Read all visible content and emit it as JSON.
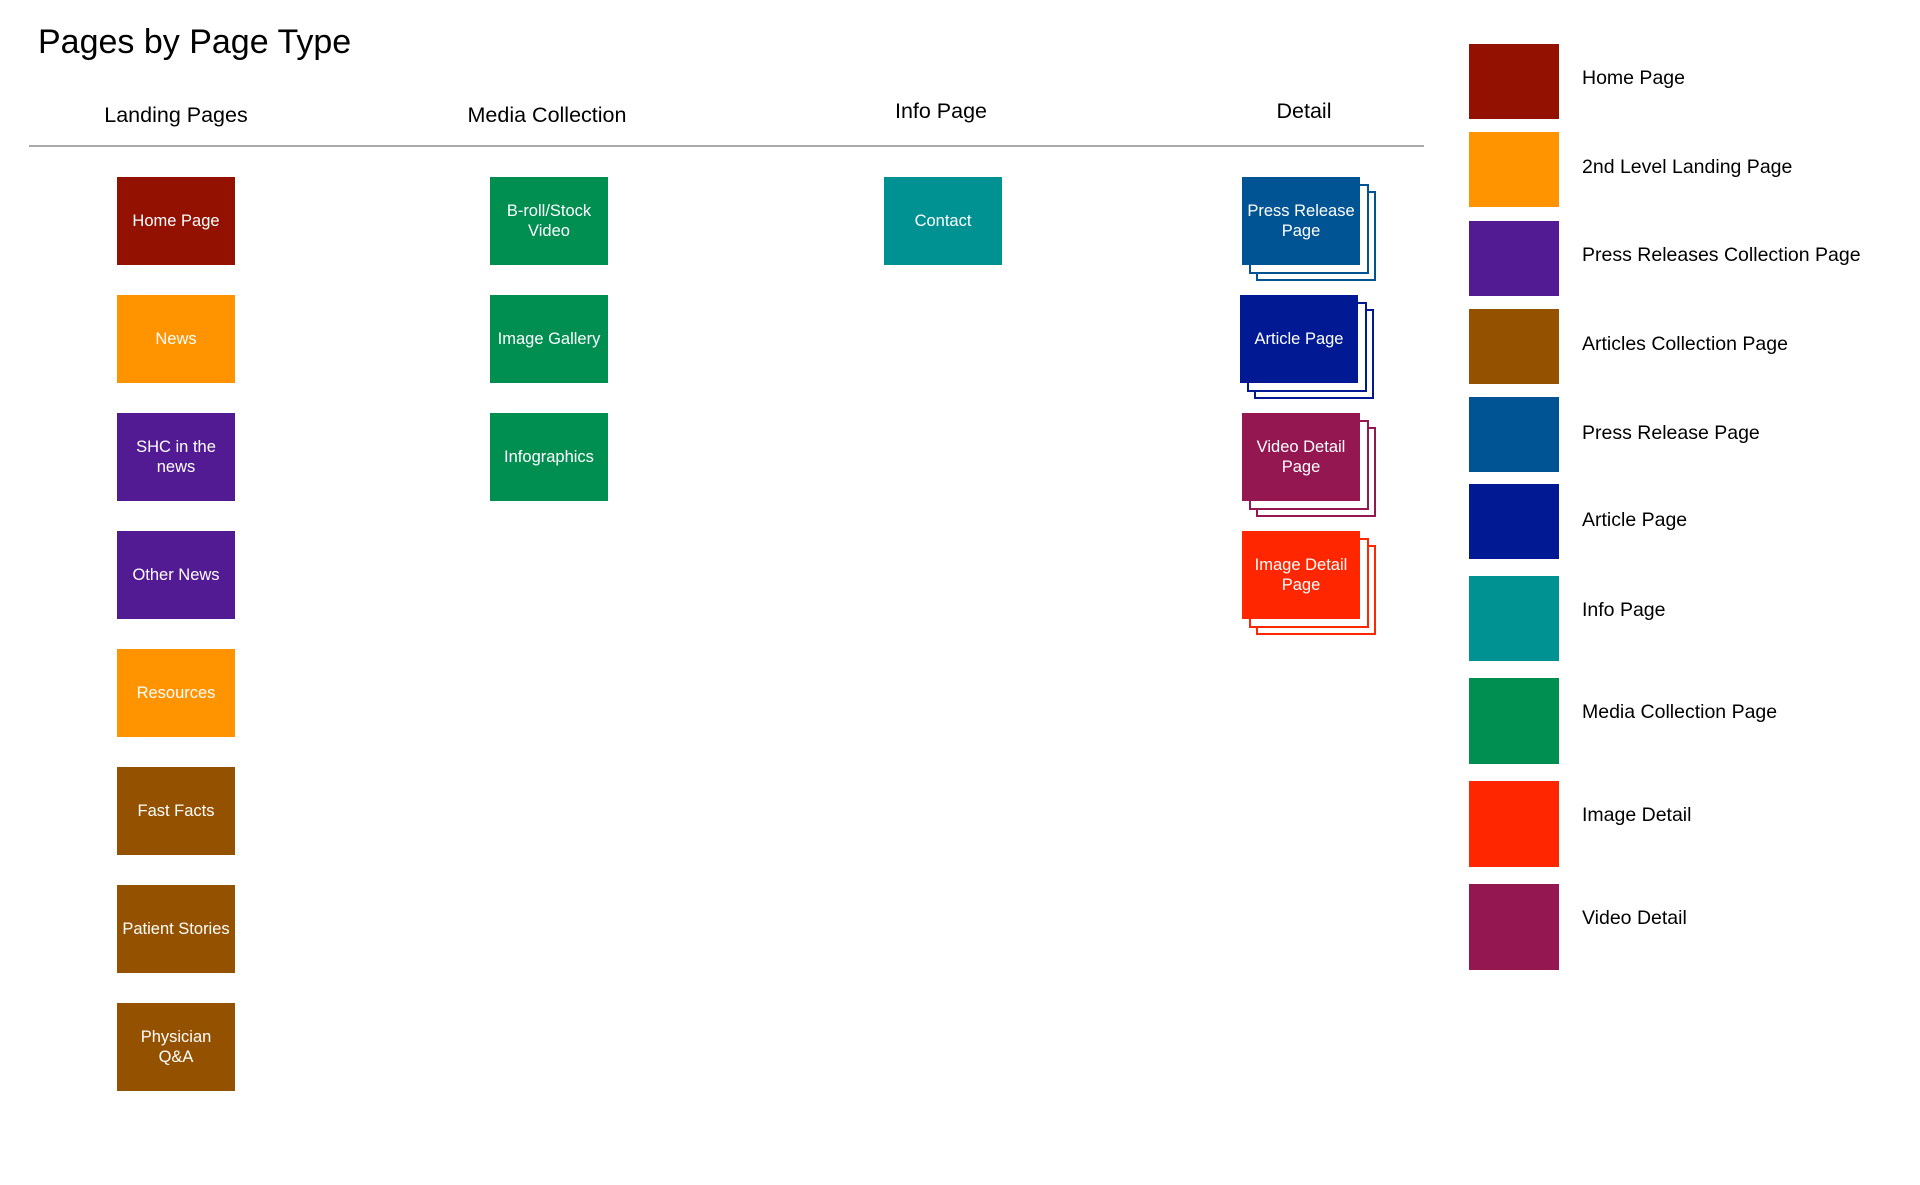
{
  "title": "Pages by Page Type",
  "colors": {
    "home_page": "#931100",
    "landing_2nd": "#FF9300",
    "press_collection": "#531B93",
    "articles_collection": "#945200",
    "press_release": "#005493",
    "article": "#011993",
    "info": "#009193",
    "media_collection": "#008F51",
    "image_detail": "#FF2600",
    "video_detail": "#941751",
    "rule": "#AAAAAA"
  },
  "columns": {
    "landing": {
      "header": "Landing Pages",
      "items": [
        {
          "label": "Home Page",
          "color": "#931100"
        },
        {
          "label": "News",
          "color": "#FF9300"
        },
        {
          "label": "SHC in the news",
          "color": "#531B93"
        },
        {
          "label": "Other News",
          "color": "#531B93"
        },
        {
          "label": "Resources",
          "color": "#FF9300"
        },
        {
          "label": "Fast Facts",
          "color": "#945200"
        },
        {
          "label": "Patient Stories",
          "color": "#945200"
        },
        {
          "label": "Physician Q&A",
          "color": "#945200"
        }
      ]
    },
    "media": {
      "header": "Media Collection",
      "items": [
        {
          "label": "B-roll/Stock Video",
          "color": "#008F51"
        },
        {
          "label": "Image Gallery",
          "color": "#008F51"
        },
        {
          "label": "Infographics",
          "color": "#008F51"
        }
      ]
    },
    "info": {
      "header": "Info Page",
      "items": [
        {
          "label": "Contact",
          "color": "#009193"
        }
      ]
    },
    "detail": {
      "header": "Detail",
      "items": [
        {
          "label": "Press Release Page",
          "color": "#005493"
        },
        {
          "label": "Article Page",
          "color": "#011993"
        },
        {
          "label": "Video Detail Page",
          "color": "#941751"
        },
        {
          "label": "Image Detail Page",
          "color": "#FF2600"
        }
      ]
    }
  },
  "legend": [
    {
      "label": "Home Page",
      "color": "#931100"
    },
    {
      "label": "2nd Level Landing Page",
      "color": "#FF9300"
    },
    {
      "label": "Press Releases Collection Page",
      "color": "#531B93"
    },
    {
      "label": "Articles Collection Page",
      "color": "#945200"
    },
    {
      "label": "Press Release Page",
      "color": "#005493"
    },
    {
      "label": "Article Page",
      "color": "#011993"
    },
    {
      "label": "Info Page",
      "color": "#009193"
    },
    {
      "label": "Media Collection Page",
      "color": "#008F51"
    },
    {
      "label": "Image Detail",
      "color": "#FF2600"
    },
    {
      "label": "Video Detail",
      "color": "#941751"
    }
  ]
}
